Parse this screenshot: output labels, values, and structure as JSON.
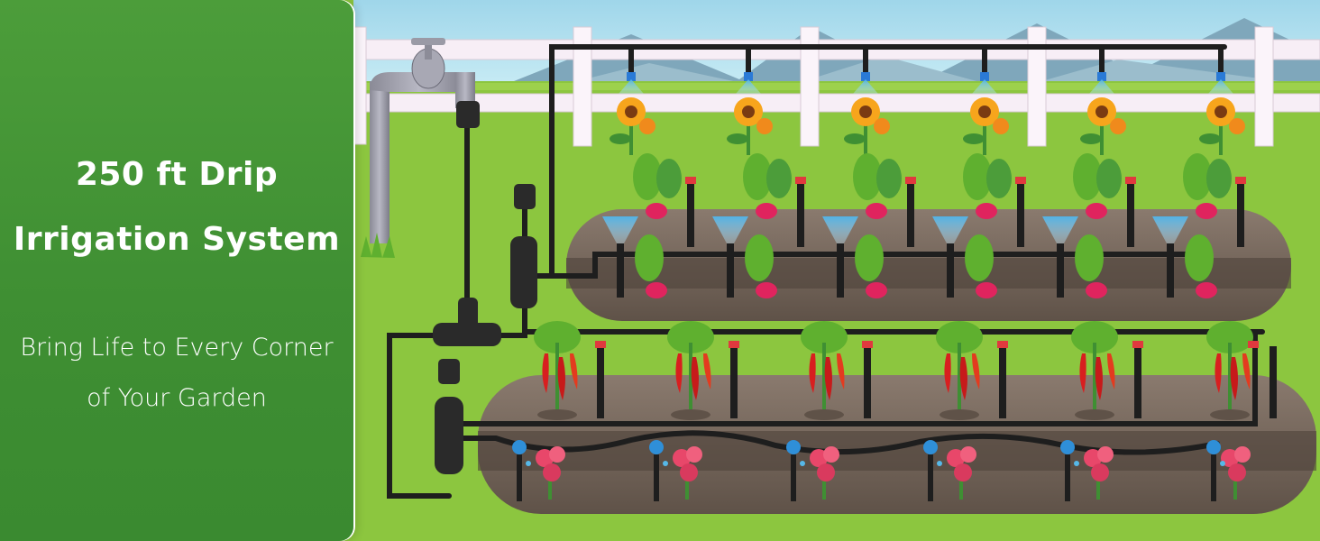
{
  "panel": {
    "title_line1": "250 ft Drip",
    "title_line2": "Irrigation System",
    "subtitle_line1": "Bring Life to Every Corner",
    "subtitle_line2": "of Your Garden"
  },
  "colors": {
    "panel_green": "#3f8f33",
    "grass_green": "#8cc63f",
    "sky_blue": "#a9dcec",
    "soil_brown": "#6e6056",
    "tubing_black": "#1e1e1e",
    "water_blue": "#56b8e8",
    "sunflower_yellow": "#f7a51c"
  },
  "icons": [
    "faucet-icon",
    "sunflower-icon",
    "radish-icon",
    "chili-pepper-icon",
    "carnation-icon",
    "sprinkler-icon",
    "dripper-icon",
    "tee-connector-icon"
  ]
}
